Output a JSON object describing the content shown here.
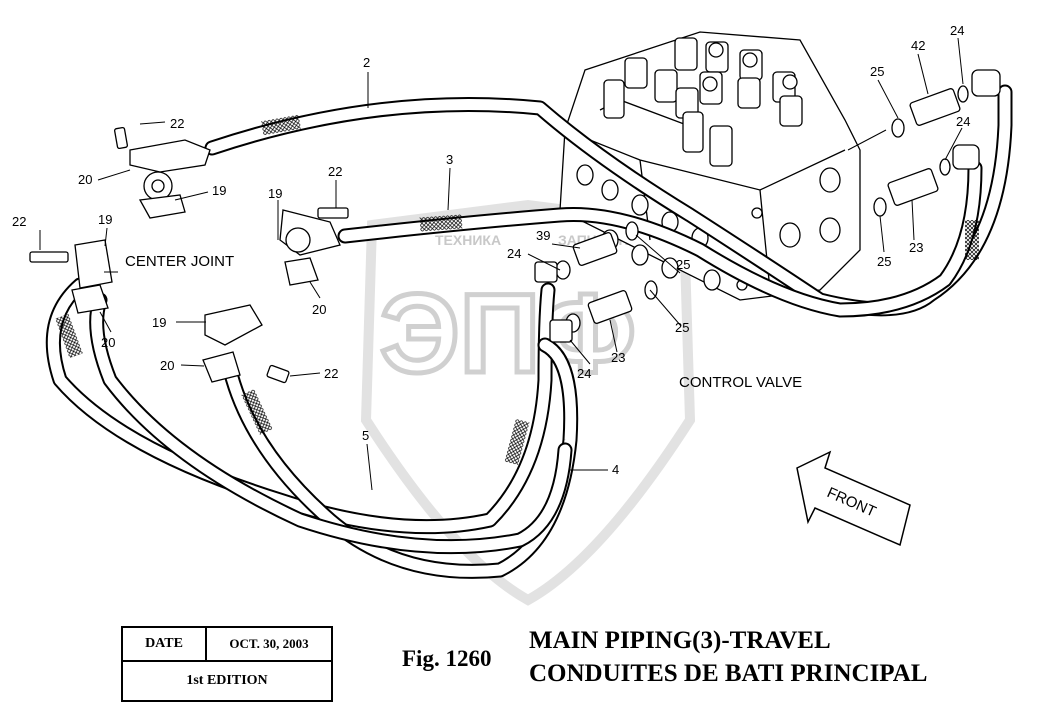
{
  "diagram": {
    "callouts": {
      "c2": "2",
      "c3": "3",
      "c4": "4",
      "c5": "5",
      "c19a": "19",
      "c19b": "19",
      "c19c": "19",
      "c19d": "19",
      "c20a": "20",
      "c20b": "20",
      "c20c": "20",
      "c20d": "20",
      "c22a": "22",
      "c22b": "22",
      "c22c": "22",
      "c22d": "22",
      "c23a": "23",
      "c23b": "23",
      "c24a": "24",
      "c24b": "24",
      "c24c": "24",
      "c24d": "24",
      "c25a": "25",
      "c25b": "25",
      "c25c": "25",
      "c25d": "25",
      "c39": "39",
      "c42": "42"
    },
    "labels": {
      "center_joint": "CENTER JOINT",
      "control_valve": "CONTROL VALVE",
      "front": "FRONT"
    },
    "watermark": {
      "top": "ТЕХНИКА",
      "right": "ЗАПЧАСТИ",
      "main": "ЭПФ"
    }
  },
  "title_block": {
    "date_label": "DATE",
    "date_value": "OCT. 30, 2003",
    "edition": "1st EDITION"
  },
  "figure": {
    "number": "Fig. 1260",
    "title_en": "MAIN PIPING(3)-TRAVEL",
    "title_fr": "CONDUITES DE BATI PRINCIPAL"
  }
}
